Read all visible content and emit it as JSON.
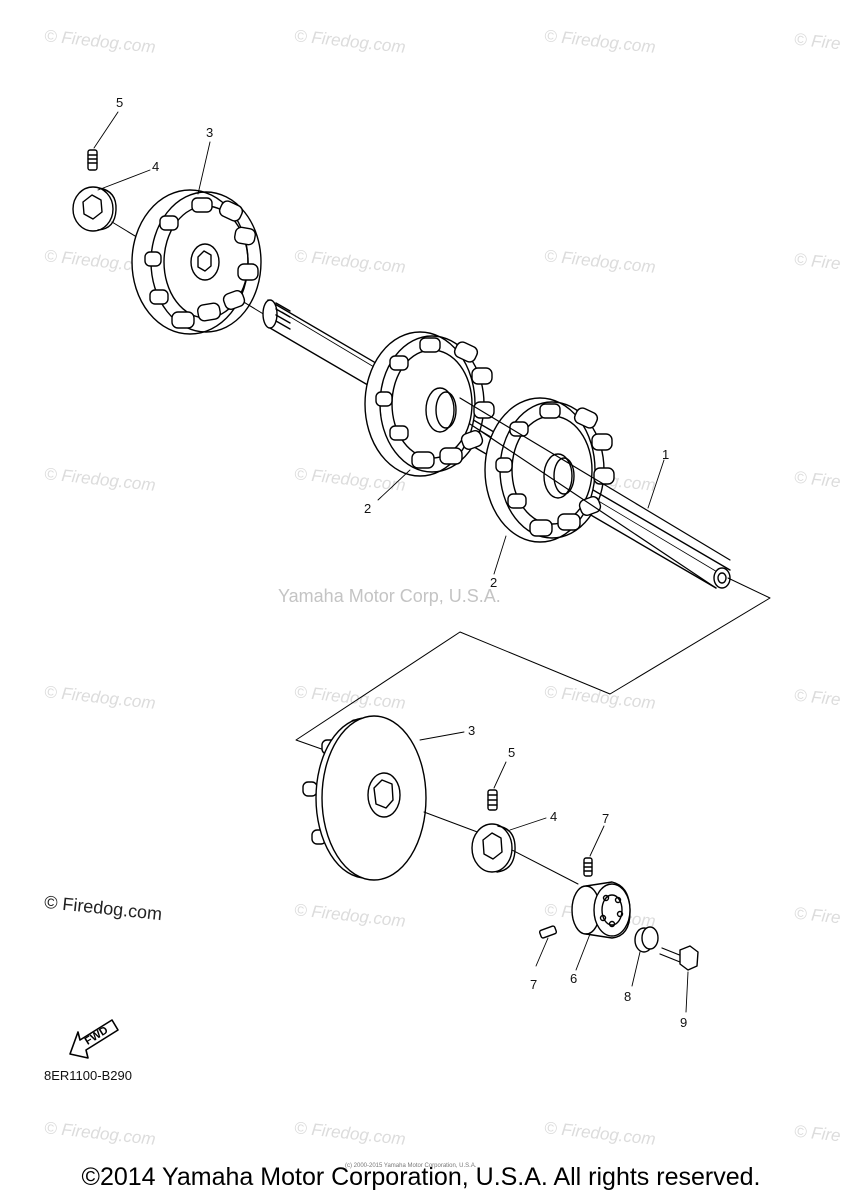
{
  "watermark": "© Firedog.com",
  "watermark_partial": "© Fire",
  "center_watermark": "Yamaha Motor Corp, U.S.A.",
  "site_credit": "© Firedog.com",
  "fwd_label": "FWD",
  "part_code": "8ER1100-B290",
  "copyright": "©2014 Yamaha Motor Corporation, U.S.A. All rights reserved.",
  "tiny_note": "(c) 2000-2015 Yamaha Motor Corporation, U.S.A.",
  "callouts": {
    "c1": "1",
    "c2a": "2",
    "c2b": "2",
    "c3_top": "3",
    "c3_bottom": "3",
    "c4_top": "4",
    "c4_bottom": "4",
    "c5_top": "5",
    "c5_bottom": "5",
    "c6": "6",
    "c7_top": "7",
    "c7_bottom": "7",
    "c8": "8",
    "c9": "9"
  }
}
